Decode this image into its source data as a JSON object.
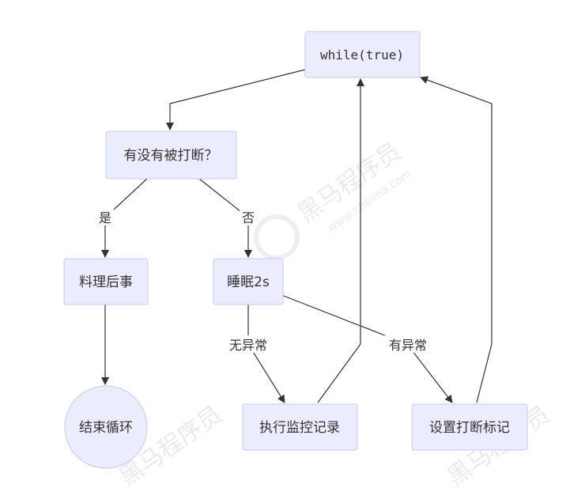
{
  "nodes": {
    "loop": "while(true)",
    "check_interrupted": "有没有被打断？",
    "cleanup": "料理后事",
    "sleep": "睡眠2s",
    "end": "结束循环",
    "monitor": "执行监控记录",
    "set_flag": "设置打断标记"
  },
  "edge_labels": {
    "yes": "是",
    "no": "否",
    "no_exception": "无异常",
    "has_exception": "有异常"
  },
  "watermark": {
    "brand": "黑马程序员",
    "url": "www.itheima.com"
  },
  "colors": {
    "node_fill": "#ececff",
    "node_stroke": "#c9c9f2",
    "edge": "#333333"
  }
}
